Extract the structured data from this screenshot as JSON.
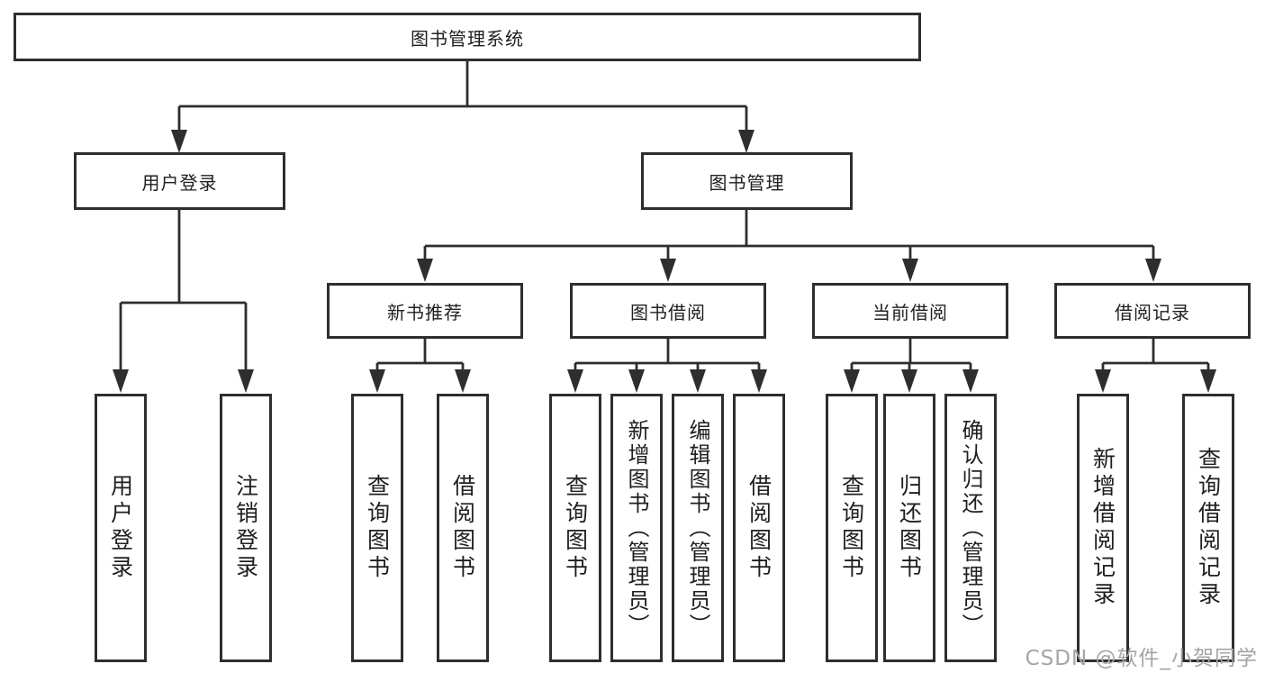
{
  "colors": {
    "line": "#2e2e2e",
    "text": "#1f1f1f",
    "background": "#ffffff",
    "watermark": "#a5a5a5"
  },
  "watermark": {
    "text": "CSDN @软件_小贺同学"
  },
  "tree": {
    "root": "图书管理系统",
    "branches": [
      {
        "label": "用户登录",
        "children": [
          "用户登录",
          "注销登录"
        ]
      },
      {
        "label": "图书管理",
        "children": [
          {
            "label": "新书推荐",
            "children": [
              "查询图书",
              "借阅图书"
            ]
          },
          {
            "label": "图书借阅",
            "children": [
              "查询图书",
              "新增图书（管理员）",
              "编辑图书（管理员）",
              "借阅图书"
            ]
          },
          {
            "label": "当前借阅",
            "children": [
              "查询图书",
              "归还图书",
              "确认归还（管理员）"
            ]
          },
          {
            "label": "借阅记录",
            "children": [
              "新增借阅记录",
              "查询借阅记录"
            ]
          }
        ]
      }
    ]
  }
}
